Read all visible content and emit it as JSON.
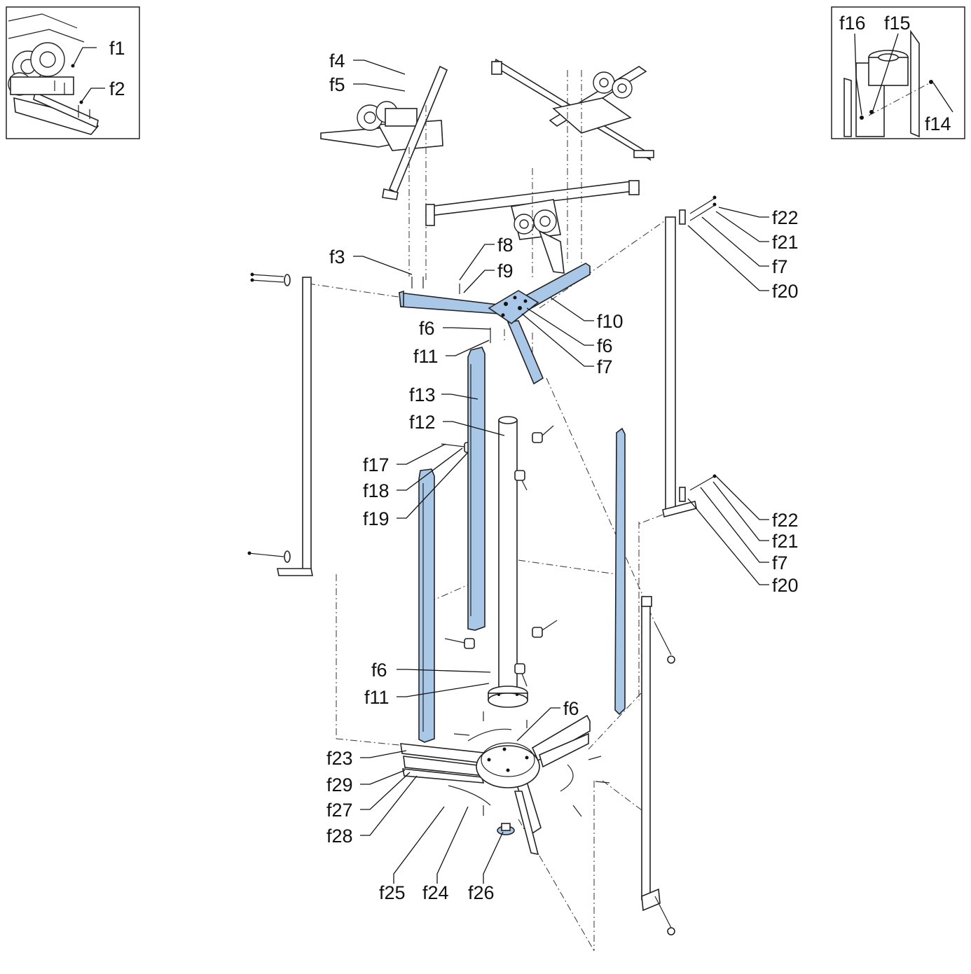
{
  "callouts": {
    "f1": "f1",
    "f2": "f2",
    "f3": "f3",
    "f4": "f4",
    "f5": "f5",
    "f6": "f6",
    "f7": "f7",
    "f8": "f8",
    "f9": "f9",
    "f10": "f10",
    "f11": "f11",
    "f12": "f12",
    "f13": "f13",
    "f14": "f14",
    "f15": "f15",
    "f16": "f16",
    "f17": "f17",
    "f18": "f18",
    "f19": "f19",
    "f20": "f20",
    "f21": "f21",
    "f22": "f22",
    "f23": "f23",
    "f24": "f24",
    "f25": "f25",
    "f26": "f26",
    "f27": "f27",
    "f28": "f28",
    "f29": "f29"
  },
  "colors": {
    "highlight": "#a9c7e6",
    "line": "#222222",
    "background": "#ffffff"
  }
}
